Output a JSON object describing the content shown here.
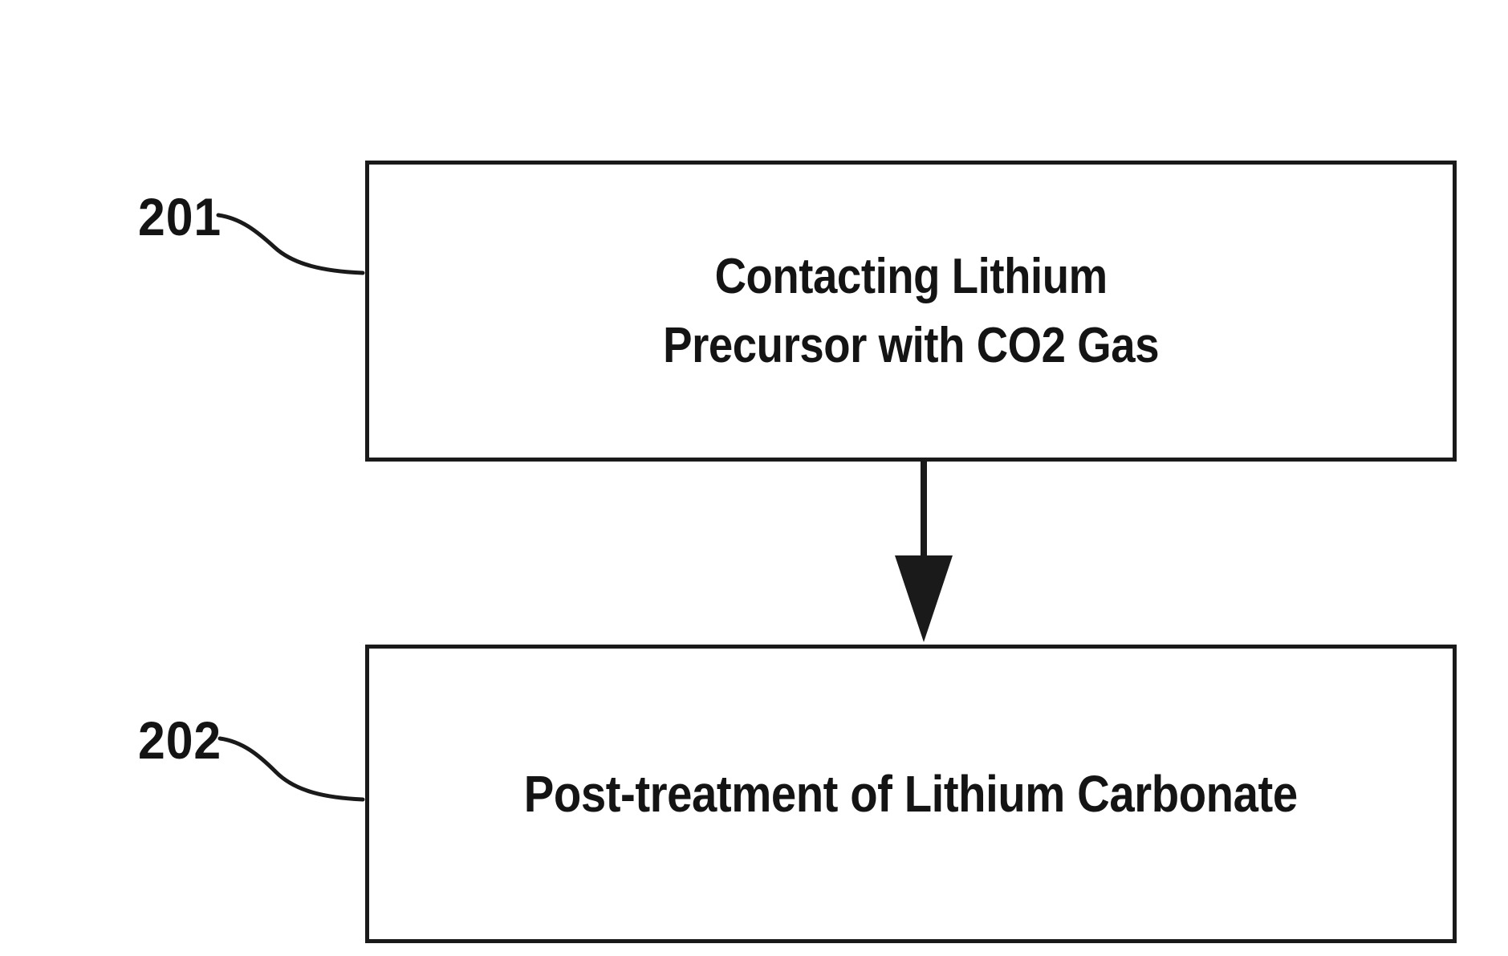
{
  "diagram": {
    "type": "flowchart",
    "title": "",
    "background_color": "#ffffff",
    "line_color": "#1a1a1a",
    "text_color": "#141414",
    "orientation": "vertical-top-to-bottom",
    "nodes": [
      {
        "id": "201",
        "reference_numeral": "201",
        "shape": "rectangle",
        "label": "Contacting Lithium\nPrecursor with CO2 Gas",
        "line1": "Contacting Lithium",
        "line2": "Precursor with CO2 Gas",
        "order": 1
      },
      {
        "id": "202",
        "reference_numeral": "202",
        "shape": "rectangle",
        "label": "Post-treatment of Lithium Carbonate",
        "line1": "Post-treatment of Lithium Carbonate",
        "line2": "",
        "order": 2
      }
    ],
    "connectors": [
      {
        "id": "arrow-201-to-202",
        "from": "201",
        "to": "202",
        "style": "solid-line-with-filled-arrowhead",
        "direction": "down"
      }
    ],
    "leader_lines": [
      {
        "id": "leader-201",
        "for": "201",
        "style": "curved"
      },
      {
        "id": "leader-202",
        "for": "202",
        "style": "curved"
      }
    ]
  }
}
